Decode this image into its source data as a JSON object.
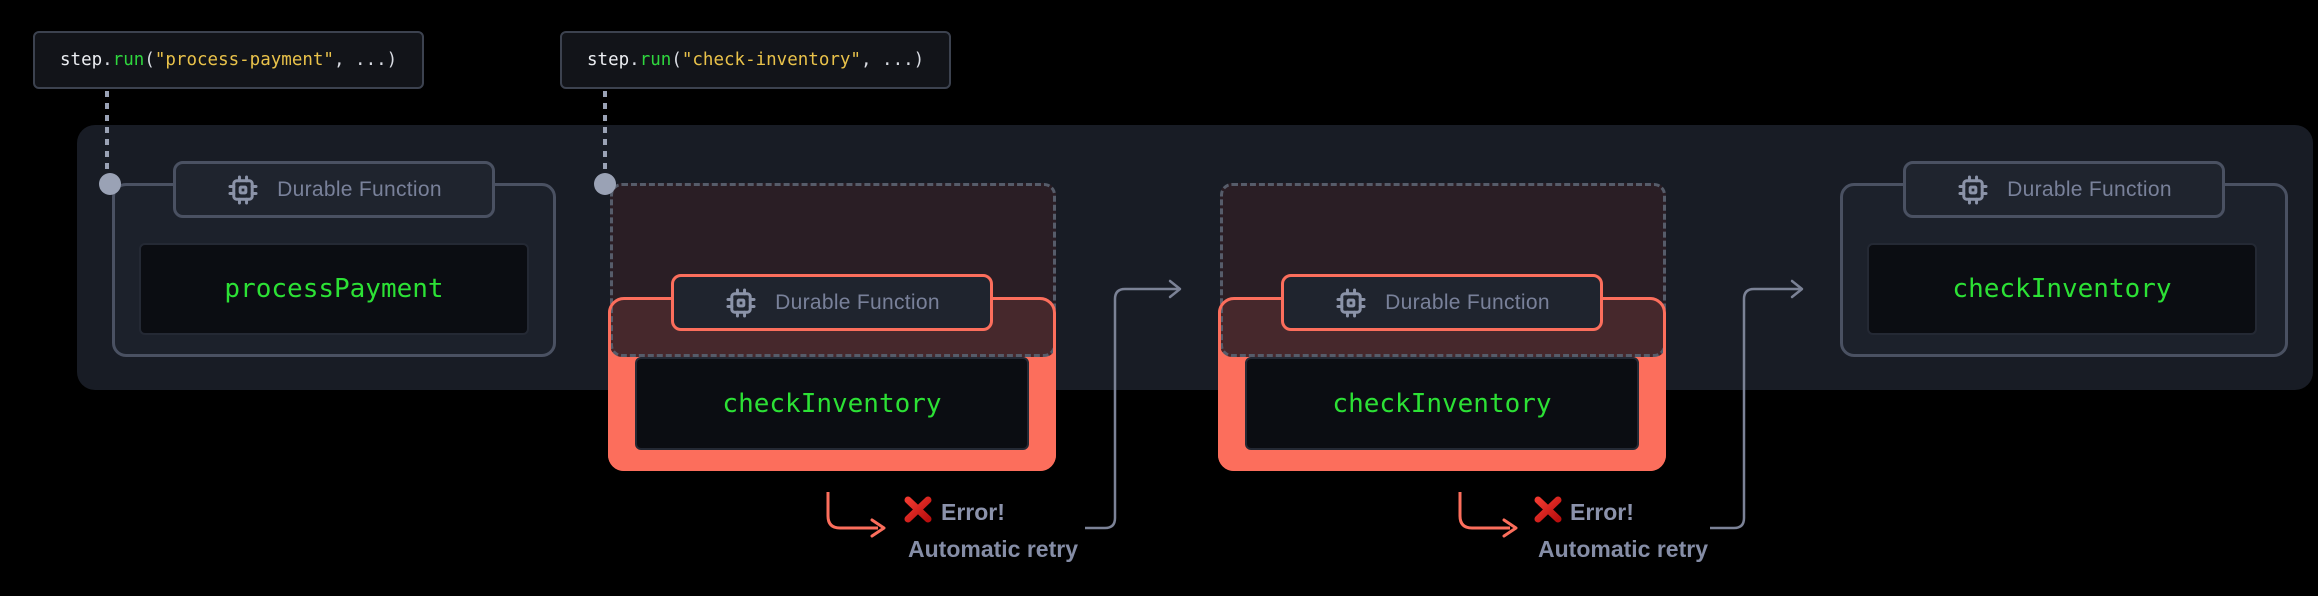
{
  "header_tooltips": [
    {
      "object": "step",
      "dot": ".",
      "method": "run",
      "open": "(",
      "argument": "\"process-payment\"",
      "close": ", ...)"
    },
    {
      "object": "step",
      "dot": ".",
      "method": "run",
      "open": "(",
      "argument": "\"check-inventory\"",
      "close": ", ...)"
    }
  ],
  "badge_label": "Durable Function",
  "nodes": [
    {
      "function_name": "processPayment",
      "state": "success"
    },
    {
      "function_name": "checkInventory",
      "state": "error"
    },
    {
      "function_name": "checkInventory",
      "state": "error"
    },
    {
      "function_name": "checkInventory",
      "state": "success"
    }
  ],
  "error_annotations": [
    {
      "error_label": "Error!",
      "retry_label": "Automatic retry"
    },
    {
      "error_label": "Error!",
      "retry_label": "Automatic retry"
    }
  ],
  "colors": {
    "accent_error": "#fc6e5c",
    "accent_success_text": "#2ce135",
    "code_string": "#e9c24a",
    "code_function": "#2fd63e",
    "slate_line": "#9aa2b5",
    "band_background": "#181c25"
  }
}
